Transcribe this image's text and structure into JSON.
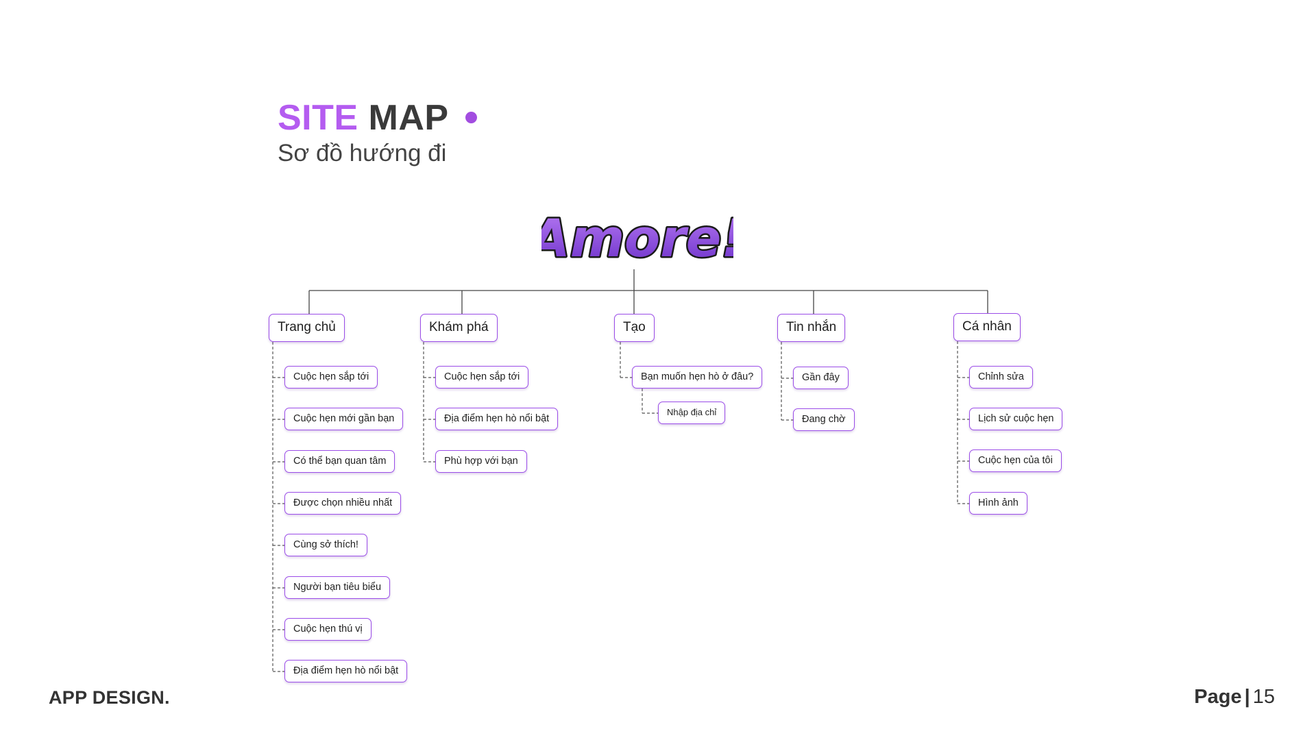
{
  "header": {
    "title_accent": "SITE",
    "title_main": "MAP",
    "subtitle": "Sơ đồ hướng đi"
  },
  "logo": {
    "text": "Amore!"
  },
  "colors": {
    "accent": "#b45cf0",
    "node_border": "#9b4de8",
    "logo_top": "#b97cf5",
    "logo_bottom": "#6a2fc8"
  },
  "sitemap": {
    "root": "Amore!",
    "sections": [
      {
        "label": "Trang chủ",
        "children": [
          "Cuộc hẹn sắp tới",
          "Cuộc hẹn mới gần bạn",
          "Có thể bạn quan tâm",
          "Được chọn nhiều nhất",
          "Cùng sở thích!",
          "Người bạn tiêu biểu",
          "Cuộc hẹn thú vị",
          "Địa điểm hẹn hò nổi bật"
        ]
      },
      {
        "label": "Khám phá",
        "children": [
          "Cuộc hẹn sắp tới",
          "Địa điểm hẹn hò nổi bật",
          "Phù hợp với bạn"
        ]
      },
      {
        "label": "Tạo",
        "children": [
          {
            "label": "Bạn muốn hẹn hò ở đâu?",
            "children": [
              "Nhập địa chỉ"
            ]
          }
        ]
      },
      {
        "label": "Tin nhắn",
        "children": [
          "Gần đây",
          "Đang chờ"
        ]
      },
      {
        "label": "Cá nhân",
        "children": [
          "Chỉnh sửa",
          "Lịch sử cuộc hẹn",
          "Cuộc hẹn của tôi",
          "Hình ảnh"
        ]
      }
    ]
  },
  "footer": {
    "left": "APP DESIGN.",
    "page_label": "Page",
    "page_separator": "|",
    "page_number": "15"
  }
}
